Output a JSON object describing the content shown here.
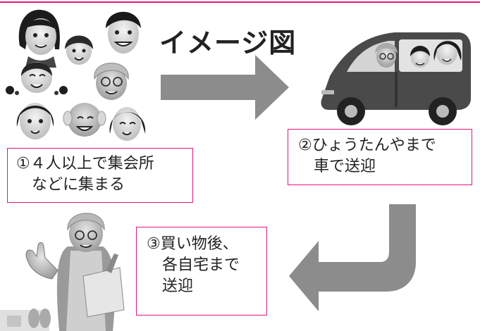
{
  "title": "イメージ図",
  "steps": [
    {
      "lines": [
        "①４人以上で集会所",
        "　などに集まる"
      ]
    },
    {
      "lines": [
        "②ひょうたんやまで",
        "　車で送迎"
      ]
    },
    {
      "lines": [
        "③買い物後、",
        "　各自宅まで",
        "　送迎"
      ]
    }
  ],
  "colors": {
    "accent": "#e5147a",
    "arrow": "#8c8c8c"
  }
}
